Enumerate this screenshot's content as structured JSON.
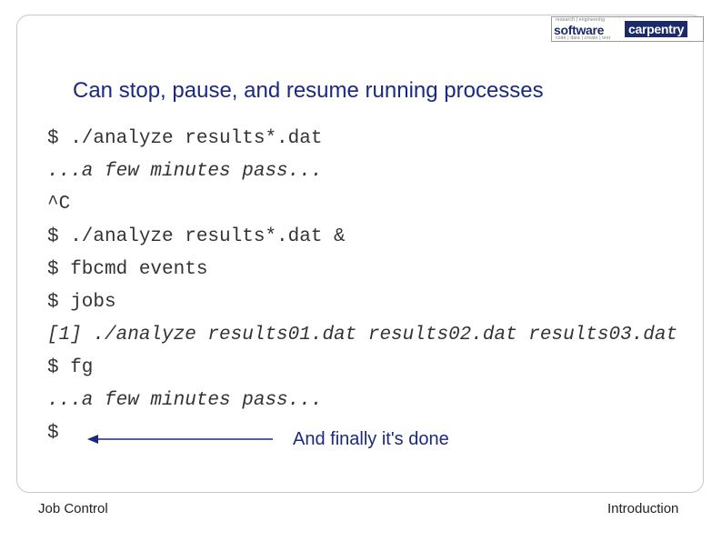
{
  "logo": {
    "tag_top": "research | engineering",
    "word1": "software",
    "word2": "carpentry",
    "tag_bottom": "code | data | create | test"
  },
  "slide": {
    "title": "Can stop, pause, and resume running processes",
    "lines": [
      {
        "text": "$ ./analyze results*.dat",
        "italic": false
      },
      {
        "text": "...a few minutes pass...",
        "italic": true
      },
      {
        "text": "^C",
        "italic": false
      },
      {
        "text": "$ ./analyze results*.dat &",
        "italic": false
      },
      {
        "text": "$ fbcmd events",
        "italic": false
      },
      {
        "text": "$ jobs",
        "italic": false
      },
      {
        "text": "[1] ./analyze results01.dat results02.dat results03.dat",
        "italic": true
      },
      {
        "text": "$ fg",
        "italic": false
      },
      {
        "text": "...a few minutes pass...",
        "italic": true
      },
      {
        "text": "$",
        "italic": false
      }
    ],
    "annotation": "And finally it's done"
  },
  "footer": {
    "left": "Job Control",
    "right": "Introduction"
  },
  "colors": {
    "title": "#1a2a80",
    "code": "#333333",
    "arrow": "#1a2a80",
    "logo_navy": "#1a2a6b"
  }
}
